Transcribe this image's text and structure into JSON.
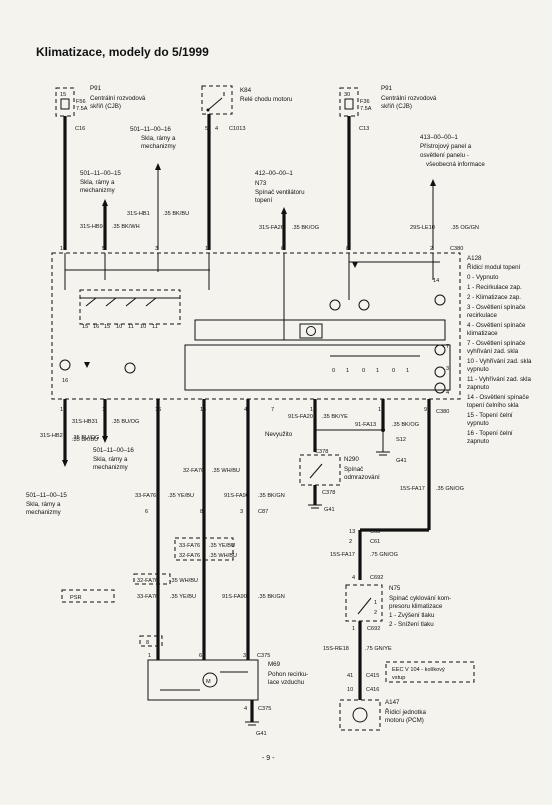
{
  "title": "Klimatizace, modely do 5/1999",
  "page_number": "- 9 -",
  "fuses": [
    {
      "pin_top": "15",
      "id": "F56",
      "rating": "7.5A",
      "pin": "7",
      "connector": "C16",
      "ref": "P91",
      "desc": "Centrální rozvodová skříň (CJB)"
    },
    {
      "pin_top": "30",
      "id": "F36",
      "rating": "7.5A",
      "pin": "7",
      "connector": "C13",
      "ref": "P91",
      "desc": "Centrální rozvodová skříň (CJB)"
    }
  ],
  "relay": {
    "ref": "K84",
    "desc": "Relé chodu motoru",
    "pins": [
      "5",
      "4"
    ],
    "connector": "C1013"
  },
  "refs": {
    "r1": "501–11–00–16",
    "r1_desc": "Skla, rámy a mechanizmy",
    "r2": "501–11–00–15",
    "r2_desc": "Skla, rámy a mechanizmy",
    "r3": "412–00–00–1",
    "r3_ref": "N73",
    "r3_desc": "Spínač ventilátoru topení",
    "r4": "413–00–00–1",
    "r4_desc": "Přístrojový panel a osvětlení panelu - všeobecná informace",
    "r5": "501–11–00–16",
    "r5_desc": "Skla, rámy a mechanizmy",
    "r6": "501–11–00–15",
    "r6_desc": "Skla, rámy a mechanizmy"
  },
  "top_wires": [
    {
      "code": "31S-HB9",
      "color": ".35 BK/WH"
    },
    {
      "code": "31S-HB1",
      "color": ".35 BK/BU"
    },
    {
      "code": "31S-FA26",
      "color": ".35 BK/OG"
    },
    {
      "code": "29S-LE10",
      "color": ".35 OG/GN"
    }
  ],
  "top_pins": [
    "10",
    "5",
    "3",
    "11",
    "6",
    "8",
    "2"
  ],
  "top_connector": "C380",
  "module": {
    "ref": "A128",
    "title": "Řídicí modul topení",
    "items": [
      "0 - Vypnuto",
      "1 - Recirkulace zap.",
      "2 - Klimatizace zap.",
      "3 - Osvětlení spínače recirkulace",
      "4 - Osvětlení spínače klimatizace",
      "7 - Osvětlení spínače vyhřívání zad. skla",
      "10 - Vyhřívání zad. skla vypnuto",
      "11 - Vyhřívání zad. skla zapnuto",
      "14 - Osvětlení spínače topení čelního skla",
      "15 - Topení čelní vypnuto",
      "16 - Topení čelní zapnuto"
    ],
    "internal_pins": [
      "15",
      "16",
      "15",
      "10",
      "11",
      "10",
      "11"
    ],
    "switch_positions": [
      "0",
      "1",
      "0",
      "1",
      "0",
      "1"
    ],
    "led_labels": [
      "16",
      "14",
      "7",
      "3",
      "4"
    ]
  },
  "bottom_pins": [
    "13",
    "1",
    "16",
    "14",
    "4",
    "7",
    "15",
    "12",
    "9"
  ],
  "bottom_connector": "C380",
  "unused_label": "Nevyužito",
  "bottom_wires": [
    {
      "code": "31S-HB31",
      "color": ".35 BU/OG"
    },
    {
      "code": "31S-HB2",
      "color": ".35 BK/BU"
    },
    {
      "code": "91S-FA20",
      "color": ".35 BK/YE"
    },
    {
      "code": "91-FA13",
      "color": ".35 BK/OG"
    }
  ],
  "splice": "S12",
  "ground1": "G41",
  "defrost_switch": {
    "ref": "N290",
    "desc": "Spínač odmrazování",
    "connector_top": "C378",
    "connector_bottom": "C378",
    "ground": "G41"
  },
  "mid_wires": [
    {
      "code": "32-FA76",
      "color": ".35 WH/BU"
    },
    {
      "code": "33-FA76",
      "color": ".35 YE/BU"
    },
    {
      "code": "91S-FA90",
      "color": ".35 BK/GN"
    },
    {
      "code": "15S-FA17",
      "color": ".35 GN/OG"
    }
  ],
  "c87": {
    "pins": [
      "6",
      "8",
      "3"
    ],
    "connector": "C87"
  },
  "dashed_wires": [
    {
      "code": "33-FA76",
      "color": ".35 YE/BU"
    },
    {
      "code": "32-FA76",
      "color": ".35 WH/BU"
    }
  ],
  "psr_label": "PSR",
  "lower_wires": [
    {
      "code": "32-FA76",
      "color": ".35 WH/BU"
    },
    {
      "code": "33-FA76",
      "color": ".35 YE/BU"
    },
    {
      "code": "91S-FA90",
      "color": ".35 BK/GN"
    }
  ],
  "pressure_switch": {
    "pins_top": [
      "13",
      "2"
    ],
    "connectors_top": [
      "C63",
      "C61"
    ],
    "wire": {
      "code": "15S-FA17",
      "color": ".75 GN/OG"
    },
    "pin_mid": "4",
    "connector_mid": "C692",
    "ref": "N75",
    "desc": "Spínač cyklování kompresoru klimatizace",
    "opts": [
      "1 - Zvýšení tlaku",
      "2 - Snížení tlaku"
    ],
    "pin_bottom": "1",
    "connector_bottom": "C692"
  },
  "motor": {
    "pins_top": [
      "8",
      "1",
      "6",
      "3"
    ],
    "connector_top": "C375",
    "ref": "M69",
    "desc": "Pohon recirkulace vzduchu",
    "pin_bottom": "4",
    "connector_bottom": "C375",
    "ground": "G41"
  },
  "pcm": {
    "wire": {
      "code": "15S-RE18",
      "color": ".75 GN/YE"
    },
    "pins": [
      "41",
      "10"
    ],
    "connectors": [
      "C415",
      "C416"
    ],
    "eec_note": "EEC V 104 - kolíkový vstup",
    "ref": "A147",
    "desc": "Řídicí jednotka motoru (PCM)"
  }
}
